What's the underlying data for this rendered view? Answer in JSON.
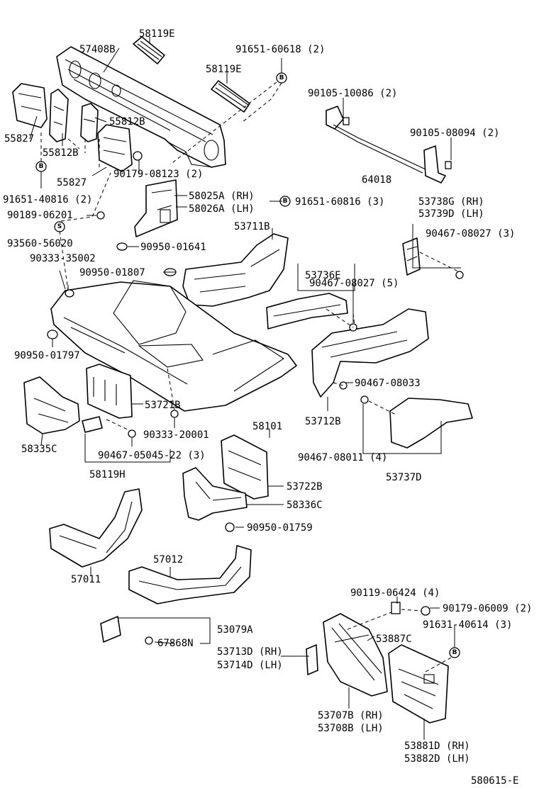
{
  "diagram": {
    "ref": "580615-E",
    "markers": {
      "b": "B",
      "s": "S"
    },
    "labels": {
      "p58119e_top": "58119E",
      "p57408b": "57408B",
      "p91651_60618": "91651-60618 (2)",
      "p58119e_mid": "58119E",
      "p90105_10086": "90105-10086 (2)",
      "p55827_l": "55827",
      "p55812b_r": "55812B",
      "p55812b_l": "55812B",
      "p90105_08094": "90105-08094 (2)",
      "p55827_r": "55827",
      "p90179_08123": "90179-08123 (2)",
      "p64018": "64018",
      "p58025a": "58025A (RH)",
      "p58026a": "58026A (LH)",
      "p91651_40816": "91651-40816 (2)",
      "p91651_60816": "91651-60816 (3)",
      "p53738g": "53738G (RH)",
      "p53739d": "53739D (LH)",
      "p90189_06201": "90189-06201",
      "p53711b": "53711B",
      "p90467_08027_3": "90467-08027 (3)",
      "p93560_56020": "93560-56020",
      "p90333_35002": "90333-35002",
      "p90950_01641": "90950-01641",
      "p53736e": "53736E",
      "p90950_01807": "90950-01807",
      "p90467_08027_5": "90467-08027 (5)",
      "p90950_01797": "90950-01797",
      "p90467_08033": "90467-08033",
      "p53721b": "53721B",
      "p58335c": "58335C",
      "p53712b": "53712B",
      "p58101": "58101",
      "p90333_20001": "90333-20001",
      "p90467_05045": "90467-05045-22 (3)",
      "p90467_08011": "90467-08011 (4)",
      "p58119h": "58119H",
      "p53737d": "53737D",
      "p53722b": "53722B",
      "p58336c": "58336C",
      "p90950_01759": "90950-01759",
      "p57012": "57012",
      "p57011": "57011",
      "p90119_06424": "90119-06424 (4)",
      "p90179_06009": "90179-06009 (2)",
      "p53079a": "53079A",
      "p91631_40614": "91631-40614 (3)",
      "p53887c": "53887C",
      "p67868n": "67868N",
      "p53713d": "53713D (RH)",
      "p53714d": "53714D (LH)",
      "p53707b": "53707B (RH)",
      "p53708b": "53708B (LH)",
      "p53881d": "53881D (RH)",
      "p53882d": "53882D (LH)"
    }
  }
}
